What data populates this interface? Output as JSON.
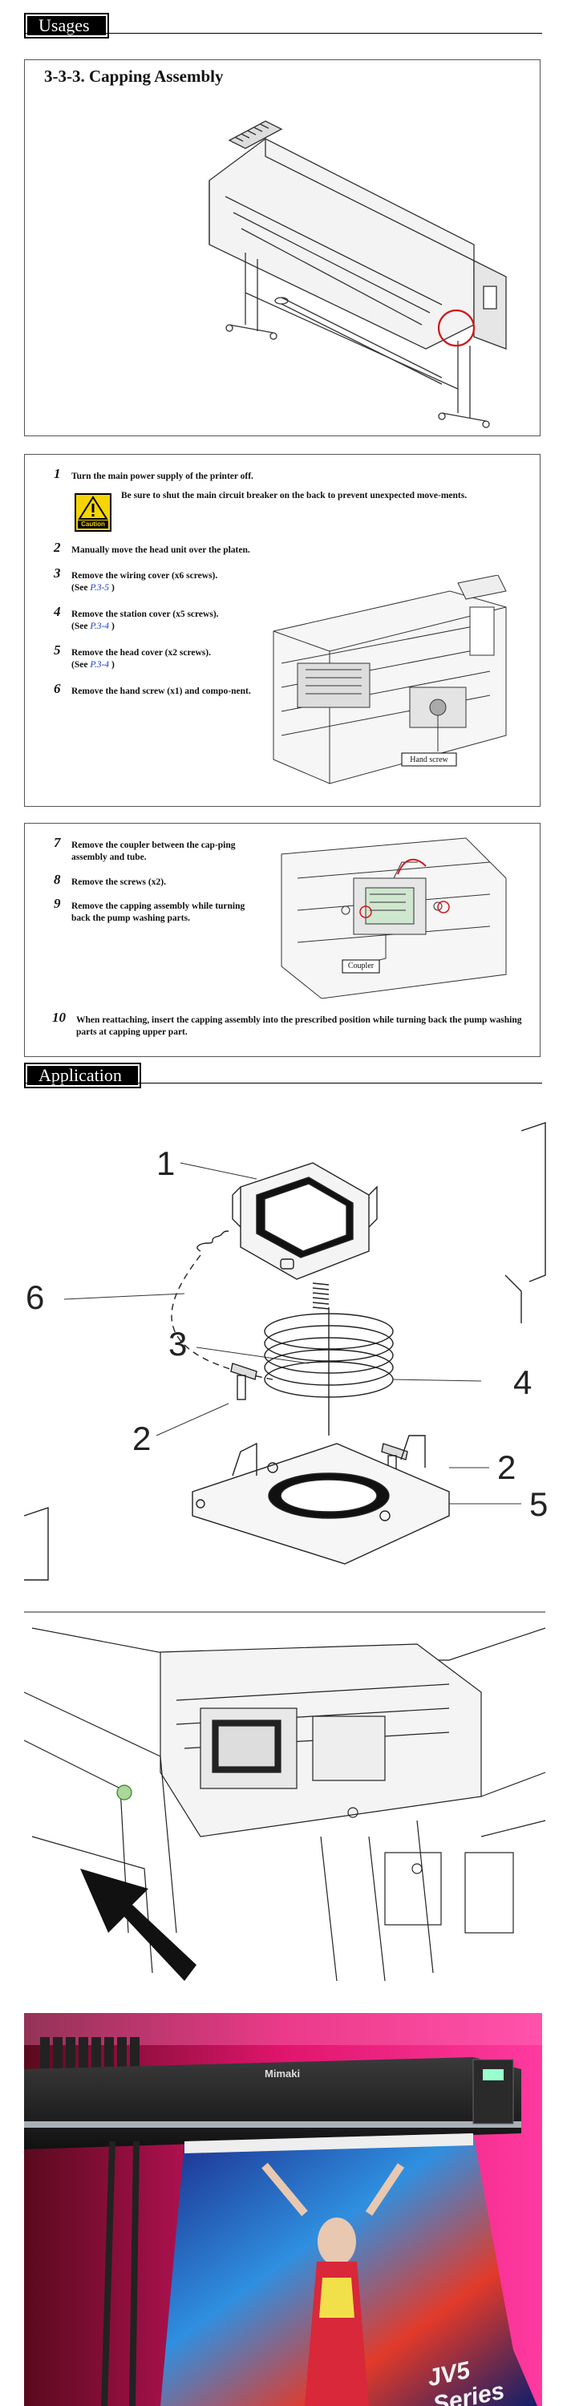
{
  "usages_header": "Usages",
  "section_title": "3-3-3.   Capping Assembly",
  "steps_a": [
    {
      "n": "1",
      "text": "Turn the main power supply of the printer off."
    },
    {
      "n": "2",
      "text": "Manually move the head unit over the platen."
    },
    {
      "n": "3",
      "text": "Remove the wiring cover (x6 screws).",
      "see": "(See ",
      "ref": "P.3-5",
      "end": " )"
    },
    {
      "n": "4",
      "text": "Remove the station cover (x5 screws).",
      "see": "(See ",
      "ref": "P.3-4",
      "end": " )"
    },
    {
      "n": "5",
      "text": "Remove the head cover (x2 screws).",
      "see": "(See ",
      "ref": "P.3-4",
      "end": " )"
    },
    {
      "n": "6",
      "text": "Remove the hand screw (x1) and compo-nent."
    }
  ],
  "caution": {
    "label": "Caution",
    "text": "Be sure to shut the main circuit breaker on the back to prevent unexpected move-ments."
  },
  "callout_hand_screw": "Hand screw",
  "steps_b": [
    {
      "n": "7",
      "text": "Remove the coupler between the cap-ping assembly and tube."
    },
    {
      "n": "8",
      "text": "Remove the screws (x2)."
    },
    {
      "n": "9",
      "text": "Remove the capping assembly while turning back the pump washing parts."
    },
    {
      "n": "10",
      "text": "When reattaching, insert the capping assembly into the prescribed position while turning back the pump washing parts at capping upper part."
    }
  ],
  "callout_coupler": "Coupler",
  "application_header": "Application",
  "exploded_labels": [
    "1",
    "6",
    "3",
    "4",
    "2",
    "2",
    "5"
  ],
  "photo": {
    "brand": "Mimaki",
    "model": "JV5 Series"
  }
}
